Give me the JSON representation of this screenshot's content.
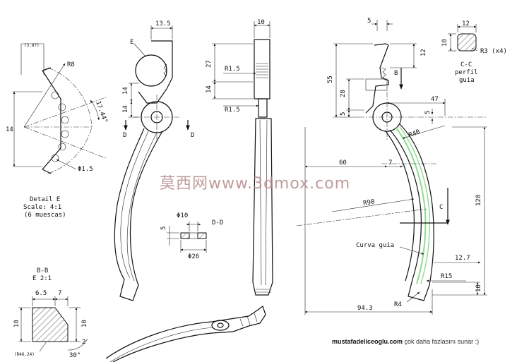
{
  "watermark": "莫西网www.3dmox.com",
  "footer": {
    "site": "mustafadeliceoglu.com",
    "text": " çok daha fazlasını sunar :)"
  },
  "detail_e": {
    "dims": [
      "(3.87)",
      "R8",
      "17.44°",
      "14",
      "Φ1.5"
    ],
    "label": [
      "Detail E",
      "Scale: 4:1",
      "(6 muescas)"
    ]
  },
  "section_bb": {
    "label": [
      "B-B",
      "E 2:1"
    ],
    "dims": [
      "6.5",
      "7",
      "10",
      "10",
      "2",
      "30°",
      "(R46.24)"
    ]
  },
  "side_view": {
    "dims": [
      "13.5",
      "E",
      "14",
      "14",
      "D",
      "D"
    ]
  },
  "front_view": {
    "dims": [
      "10",
      "27",
      "14",
      "R1.5",
      "R1.5"
    ]
  },
  "section_dd": {
    "dims": [
      "Φ10",
      "D-D",
      "5",
      "Φ26"
    ]
  },
  "section_cc": {
    "dims": [
      "12",
      "10",
      "R3 (x4)",
      "C-C",
      "perfil",
      "guia"
    ]
  },
  "main_view": {
    "dims": [
      "5",
      "12",
      "55",
      "B",
      "28",
      "5",
      "47",
      "5",
      "R40",
      "60",
      "7",
      "R90",
      "C",
      "120",
      "Curva guia",
      "12.7",
      "R15",
      "10",
      "R4",
      "94.3"
    ]
  }
}
